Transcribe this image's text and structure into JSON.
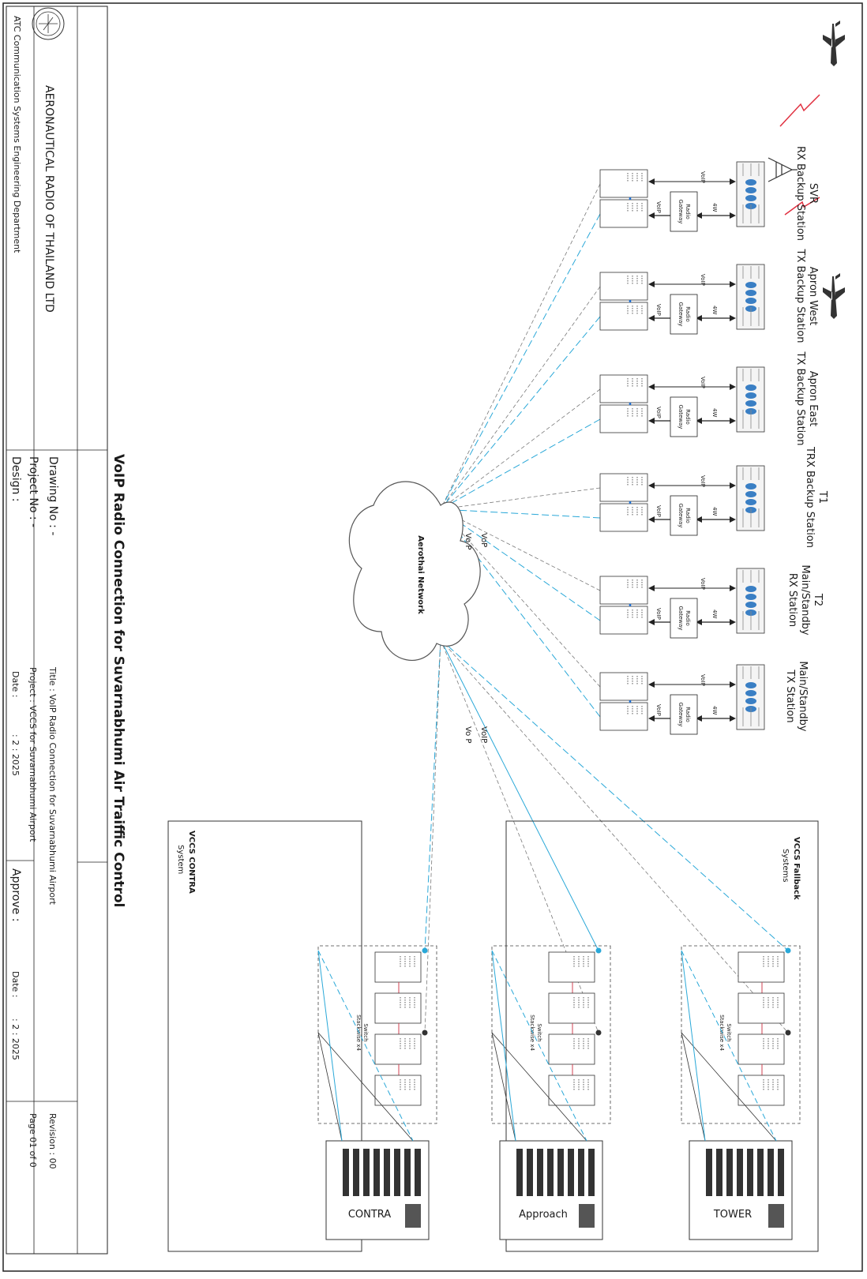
{
  "diagram": {
    "title": "VoIP Radio Connection for Suvarnabhumi Air Traiffic Control",
    "network_label": "Aerothai Network",
    "cloud_link_labels": [
      "VoP",
      "Vo P",
      "VoIP",
      "Vo P"
    ],
    "stations": [
      {
        "name_line1": "Main/Standby",
        "name_line2": "TX Station",
        "name_line3": ""
      },
      {
        "name_line1": "T2",
        "name_line2": "Main/Standby",
        "name_line3": "RX Station"
      },
      {
        "name_line1": "T1",
        "name_line2": "TRX Backup Station",
        "name_line3": ""
      },
      {
        "name_line1": "Apron East",
        "name_line2": "TX Backup Station",
        "name_line3": ""
      },
      {
        "name_line1": "Apron West",
        "name_line2": "TX Backup Station",
        "name_line3": ""
      },
      {
        "name_line1": "SVR",
        "name_line2": "RX Backup Station",
        "name_line3": ""
      }
    ],
    "link_4w": "4W",
    "link_voip": "VoIP",
    "gateway_line1": "Radio",
    "gateway_line2": "Gateway",
    "systems": [
      {
        "title": "VCCS Fallback",
        "subtitle": "Systems"
      },
      {
        "title": "VCCS CONTRA",
        "subtitle": "System"
      }
    ],
    "switch_label": "Switch",
    "stack_label": "Stackwise x4",
    "positions": [
      "TOWER",
      "Approach",
      "CONTRA"
    ]
  },
  "title_block": {
    "company": "AERONAUTICAL RADIO OF THAILAND LTD",
    "department": "ATC Communication Systems Engineering Department",
    "drawing_no": "Drawing No : -",
    "title": "Title : VoIP Radio Connection for Suvarnabhumi Airport",
    "revision": "Revision : 00",
    "project_no": "Project No : -",
    "project": "Project : VCCS for Suvarnabhumi Airport",
    "page": "Page 01 of 0",
    "design": "Design :",
    "design_date_label": "Date :",
    "design_date": ": 2 : 2025",
    "approve": "Approve :",
    "approve_date_label": "Date :",
    "approve_date": ": 2 : 2025"
  },
  "colors": {
    "blue_link": "#2aa8d8",
    "gray_link": "#7a7a7a",
    "red_link": "#d04050",
    "stack_link": "#1f6fd0"
  }
}
